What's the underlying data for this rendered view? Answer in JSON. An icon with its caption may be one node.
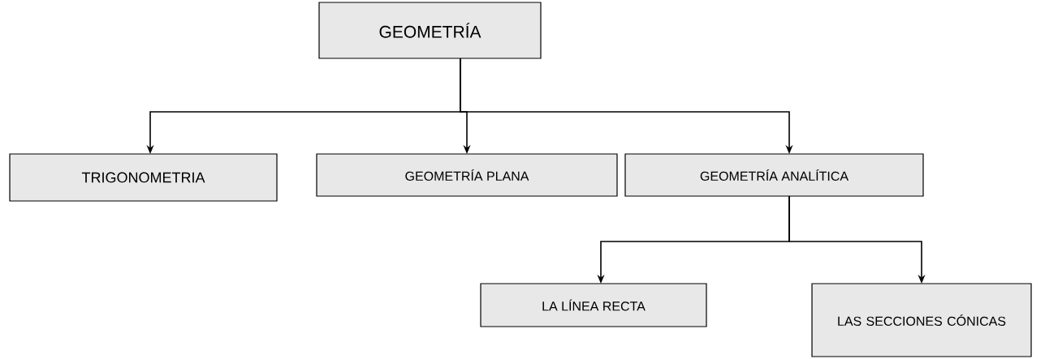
{
  "diagram": {
    "nodes": [
      {
        "text": [
          "GEOMETRÍA"
        ]
      },
      {
        "text": [
          "TRIGONOMETRIA"
        ]
      },
      {
        "text": [
          "GEOMETRÍA PLANA"
        ]
      },
      {
        "text": [
          "GEOMETRÍA ANALÍTICA"
        ]
      },
      {
        "text": [
          "LA LÍNEA RECTA"
        ]
      },
      {
        "text": [
          "LAS SECCIONES CÓNICAS"
        ]
      }
    ],
    "edges": [
      {
        "from": 0,
        "to": 1,
        "arrow": "to"
      },
      {
        "from": 0,
        "to": 2,
        "arrow": "to"
      },
      {
        "from": 0,
        "to": 3,
        "arrow": "to"
      },
      {
        "from": 3,
        "to": 4,
        "arrow": "to"
      },
      {
        "from": 3,
        "to": 5,
        "arrow": "to"
      }
    ]
  }
}
